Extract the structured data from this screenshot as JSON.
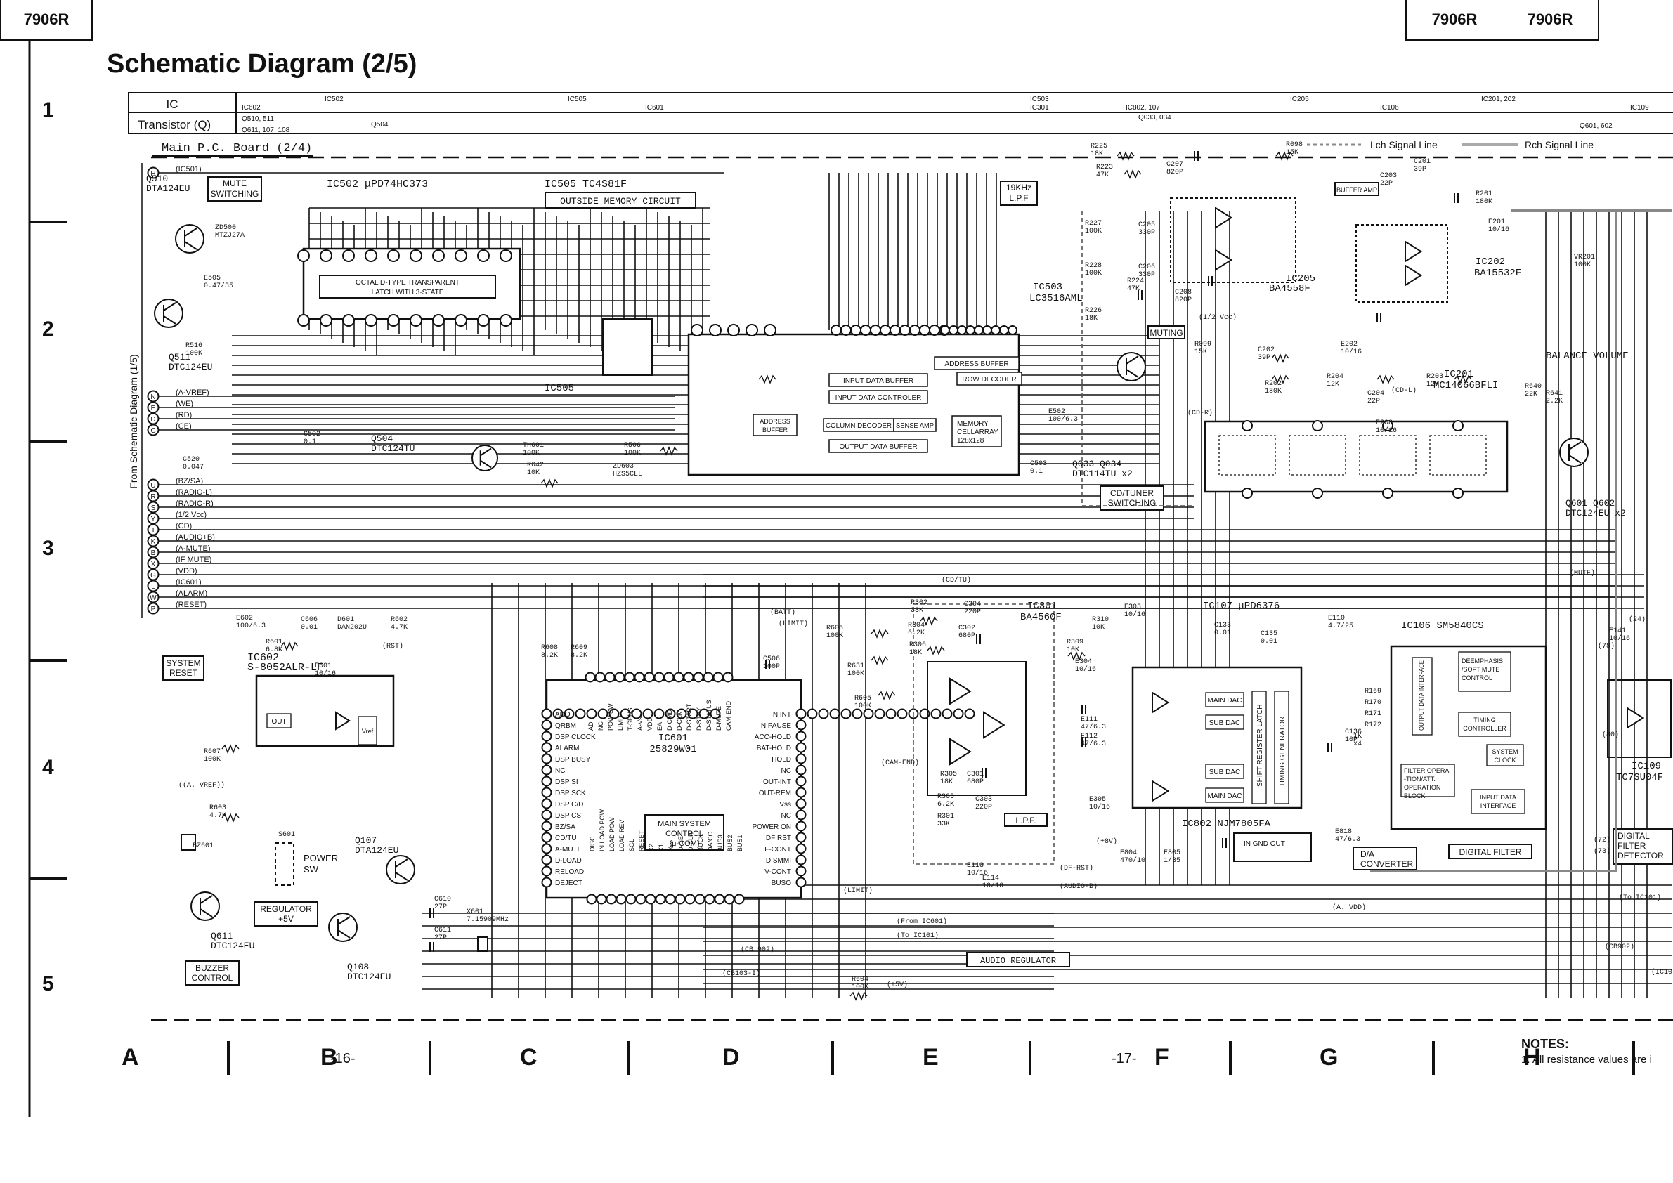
{
  "tabs": {
    "left": "7906R",
    "right": [
      "7906R",
      "7906R"
    ]
  },
  "title": "Schematic Diagram (2/5)",
  "row_labels": [
    "1",
    "2",
    "3",
    "4",
    "5"
  ],
  "col_labels": [
    "A",
    "B",
    "C",
    "D",
    "E",
    "F",
    "G",
    "H"
  ],
  "page_numbers": [
    "-16-",
    "-17-"
  ],
  "notes": {
    "title": "NOTES:",
    "item1": "1.  All resistance values are i"
  },
  "header_table": {
    "ic_label": "IC",
    "transistor_label": "Transistor (Q)",
    "ic_entries": [
      "IC502",
      "IC505",
      "IC601",
      "IC503",
      "IC301",
      "IC802, 107",
      "IC205",
      "IC106",
      "IC201, 202",
      "IC109",
      "IC602"
    ],
    "q_entries": [
      "Q510, 511",
      "Q611, 107, 108",
      "Q504",
      "Q033, 034",
      "Q601, 602"
    ]
  },
  "board_label": "Main  P.C. Board (2/4)",
  "legend": {
    "lch": "Lch Signal Line",
    "rch": "Rch Signal Line"
  },
  "side_label": "From Schematic Diagram (1/5)",
  "connector_pins": [
    {
      "pin": "H",
      "label": "IC501"
    },
    {
      "pin": "N",
      "label": "A-VREF"
    },
    {
      "pin": "E",
      "label": "WE"
    },
    {
      "pin": "D",
      "label": "RD"
    },
    {
      "pin": "C",
      "label": "CE"
    },
    {
      "pin": "U",
      "label": "BZ/SA"
    },
    {
      "pin": "R",
      "label": "RADIO-L"
    },
    {
      "pin": "S",
      "label": "RADIO-R"
    },
    {
      "pin": "Y",
      "label": "1/2 Vcc"
    },
    {
      "pin": "T",
      "label": "CD"
    },
    {
      "pin": "K",
      "label": "AUDIO+B"
    },
    {
      "pin": "B",
      "label": "A-MUTE"
    },
    {
      "pin": "X",
      "label": "IF MUTE"
    },
    {
      "pin": "G",
      "label": "VDD"
    },
    {
      "pin": "L",
      "label": "IC601"
    },
    {
      "pin": "W",
      "label": "ALARM"
    },
    {
      "pin": "P",
      "label": "RESET"
    }
  ],
  "ic_blocks": [
    {
      "ref": "IC502",
      "part": "μPD74HC373",
      "desc": "OCTAL  D-TYPE  TRANSPARENT  LATCH  WITH  3-STATE"
    },
    {
      "ref": "IC505",
      "part": "TC4S81F",
      "desc": "OUTSIDE  MEMORY  CIRCUIT"
    },
    {
      "ref": "IC503",
      "part": "LC3516AML",
      "desc": "ADDRESS BUFFER"
    },
    {
      "ref": "IC205",
      "part": "BA4558F",
      "desc": ""
    },
    {
      "ref": "IC202",
      "part": "BA15532F",
      "desc": "BUFFER  AMP"
    },
    {
      "ref": "IC201",
      "part": "MC14066BFLI",
      "desc": "CD/TUNER SWITCHING"
    },
    {
      "ref": "IC601",
      "part": "25829W01",
      "desc": "MAIN  SYSTEM  CONTROL  (μ-COM)"
    },
    {
      "ref": "IC602",
      "part": "S-8052ALR-LF",
      "desc": "SYSTEM RESET"
    },
    {
      "ref": "IC301",
      "part": "BA4560F",
      "desc": "L.P.F."
    },
    {
      "ref": "IC107",
      "part": "μPD6376",
      "desc": "D/A CONVERTER"
    },
    {
      "ref": "IC106",
      "part": "SM5840CS",
      "desc": "DIGITAL FILTER"
    },
    {
      "ref": "IC109",
      "part": "TC7SU04F",
      "desc": "DIGITAL FILTER DETECTOR"
    },
    {
      "ref": "IC802",
      "part": "NJM7805FA",
      "desc": "AUDIO REGULATOR"
    }
  ],
  "inner_blocks": [
    "INPUT DATA BUFFER",
    "INPUT DATA CONTROLER",
    "COLUMN DECODER",
    "SENSE AMP",
    "ROW DECODER",
    "MEMORY CELLARRAY 128x128",
    "OUTPUT DATA BUFFER",
    "MAIN DAC",
    "SUB DAC",
    "SHIFT REGISTER LATCH",
    "TIMING GENERATOR",
    "DEEMPHASIS /SOFT MUTE CONTROL",
    "TIMING CONTROLLER",
    "SYSTEM CLOCK",
    "INPUT DATA INTERFACE",
    "OUTPUT DATA INTERFACE",
    "FILTER OPERA -TION/ATT. OPERATION BLOCK",
    "OUT",
    "Vref"
  ],
  "function_labels": [
    "MUTE SWITCHING",
    "19KHz L.P.F",
    "MUTING",
    "BALANCE VOLUME",
    "POWER SW",
    "REGULATOR +5V",
    "BUZZER CONTROL"
  ],
  "transistors": [
    {
      "ref": "Q510",
      "part": "DTA124EU"
    },
    {
      "ref": "Q511",
      "part": "DTC124EU"
    },
    {
      "ref": "Q504",
      "part": "DTC124TU"
    },
    {
      "ref": "Q033 Q034",
      "part": "DTC114TU x2"
    },
    {
      "ref": "Q601 Q602",
      "part": "DTC124EU x2"
    },
    {
      "ref": "Q107",
      "part": "DTA124EU"
    },
    {
      "ref": "Q108",
      "part": "DTC124EU"
    },
    {
      "ref": "Q611",
      "part": "DTC124EU"
    }
  ],
  "components": [
    "R225 18K",
    "R223 47K",
    "C207 820P",
    "R098 15K",
    "R227 100K",
    "C205 330P",
    "R228 100K",
    "C206 330P",
    "R224 47K",
    "R226 18K",
    "C208 820P",
    "C201 39P",
    "C203 22P",
    "R201 180K",
    "E201 10/16",
    "VR201 100K",
    "R099 15K",
    "C202 39P",
    "R202 180K",
    "C204 22P",
    "E208 10/16",
    "E202 10/16",
    "R204 12K",
    "R203 12K",
    "R640 22K",
    "R641 2.2K",
    "E502 100/6.3",
    "C503 0.1",
    "TH601 100K",
    "R642 10K",
    "ZD603 HZS5CLL",
    "R506 100K",
    "C502 0.1",
    "C520 0.047",
    "E505 0.47/35",
    "ZD500 MTZJ27A",
    "R516 100K",
    "R608 8.2K",
    "R609 8.2K",
    "C506 100P",
    "R606 100K",
    "R631 100K",
    "R605 100K",
    "R604 100K",
    "R601 6.8K",
    "E602 100/6.3",
    "C606 0.01",
    "D601 DAN202U",
    "R602 4.7K",
    "E601 10/16",
    "R607 100K",
    "R603 4.7K",
    "BZ601",
    "S601",
    "C610 27P",
    "C611 27P",
    "X601 7.15909MHz",
    "R302 33K",
    "R304 6.2K",
    "R306 18K",
    "C304 220P",
    "C302 680P",
    "R305 18K",
    "R303 6.2K",
    "R301 33K",
    "C301 680P",
    "C303 220P",
    "R310 10K",
    "R309 10K",
    "E303 10/16",
    "E304 10/16",
    "E305 10/16",
    "E113 10/16",
    "E114 10/16",
    "E111 47/6.3",
    "E112 47/6.3",
    "C133 0.01",
    "C135 0.01",
    "C136 10P",
    "E110 4.7/25",
    "E141 10/16",
    "R169",
    "R170",
    "R171",
    "R172",
    "1K x4",
    "E818 47/6.3",
    "E804 470/10",
    "E805 1/35"
  ],
  "net_labels": [
    "BATT",
    "LIMIT",
    "RST",
    "(A. VREF)",
    "CAM-END",
    "LIMIT",
    "From IC601",
    "To IC101",
    "CB 902",
    "CB103-I",
    "+5V",
    "+8V",
    "DF-RST",
    "AUDIO+B",
    "A. VDD",
    "CD/TU",
    "MUTE",
    "CD-L",
    "CD-R",
    "1/2 Vcc",
    "24",
    "78",
    "80",
    "72",
    "73",
    "To IC101",
    "CB902",
    "IC10"
  ],
  "ic601_pins_right": [
    "IN INT",
    "IN PAUSE",
    "ACC-HOLD",
    "BAT-HOLD",
    "HOLD",
    "NC",
    "OUT-INT",
    "OUT-REM",
    "Vss",
    "NC",
    "POWER ON",
    "DF RST",
    "F-CONT",
    "DISMMI",
    "V-CONT",
    "BUSO"
  ],
  "ic601_pins_left": [
    "ADO",
    "QRBM",
    "DSP CLOCK",
    "ALARM",
    "DSP BUSY",
    "NC",
    "DSP SI",
    "DSP SCK",
    "DSP C/D",
    "DSP CS",
    "BZ/SA",
    "CD/TU",
    "A-MUTE",
    "D-LOAD",
    "RELOAD",
    "DEJECT"
  ],
  "ic601_pins_top": [
    "AD",
    "NC",
    "POW SW",
    "LIMIT",
    "T-SENS",
    "A-Vss",
    "VDD",
    "EA",
    "D-CMD",
    "D-CLK",
    "D-START",
    "D-STBY",
    "D-STATUS",
    "D-MUTE",
    "CAM-END"
  ],
  "ic601_pins_bottom": [
    "DISC",
    "IN LOAD POW",
    "LOAD POW",
    "LOAD REV",
    "SGL",
    "RESET",
    "X2",
    "X1",
    "Vss",
    "D-CE",
    "D-CLK",
    "BUCK",
    "DA/CO",
    "BUS3",
    "BUS2",
    "BUS1"
  ]
}
